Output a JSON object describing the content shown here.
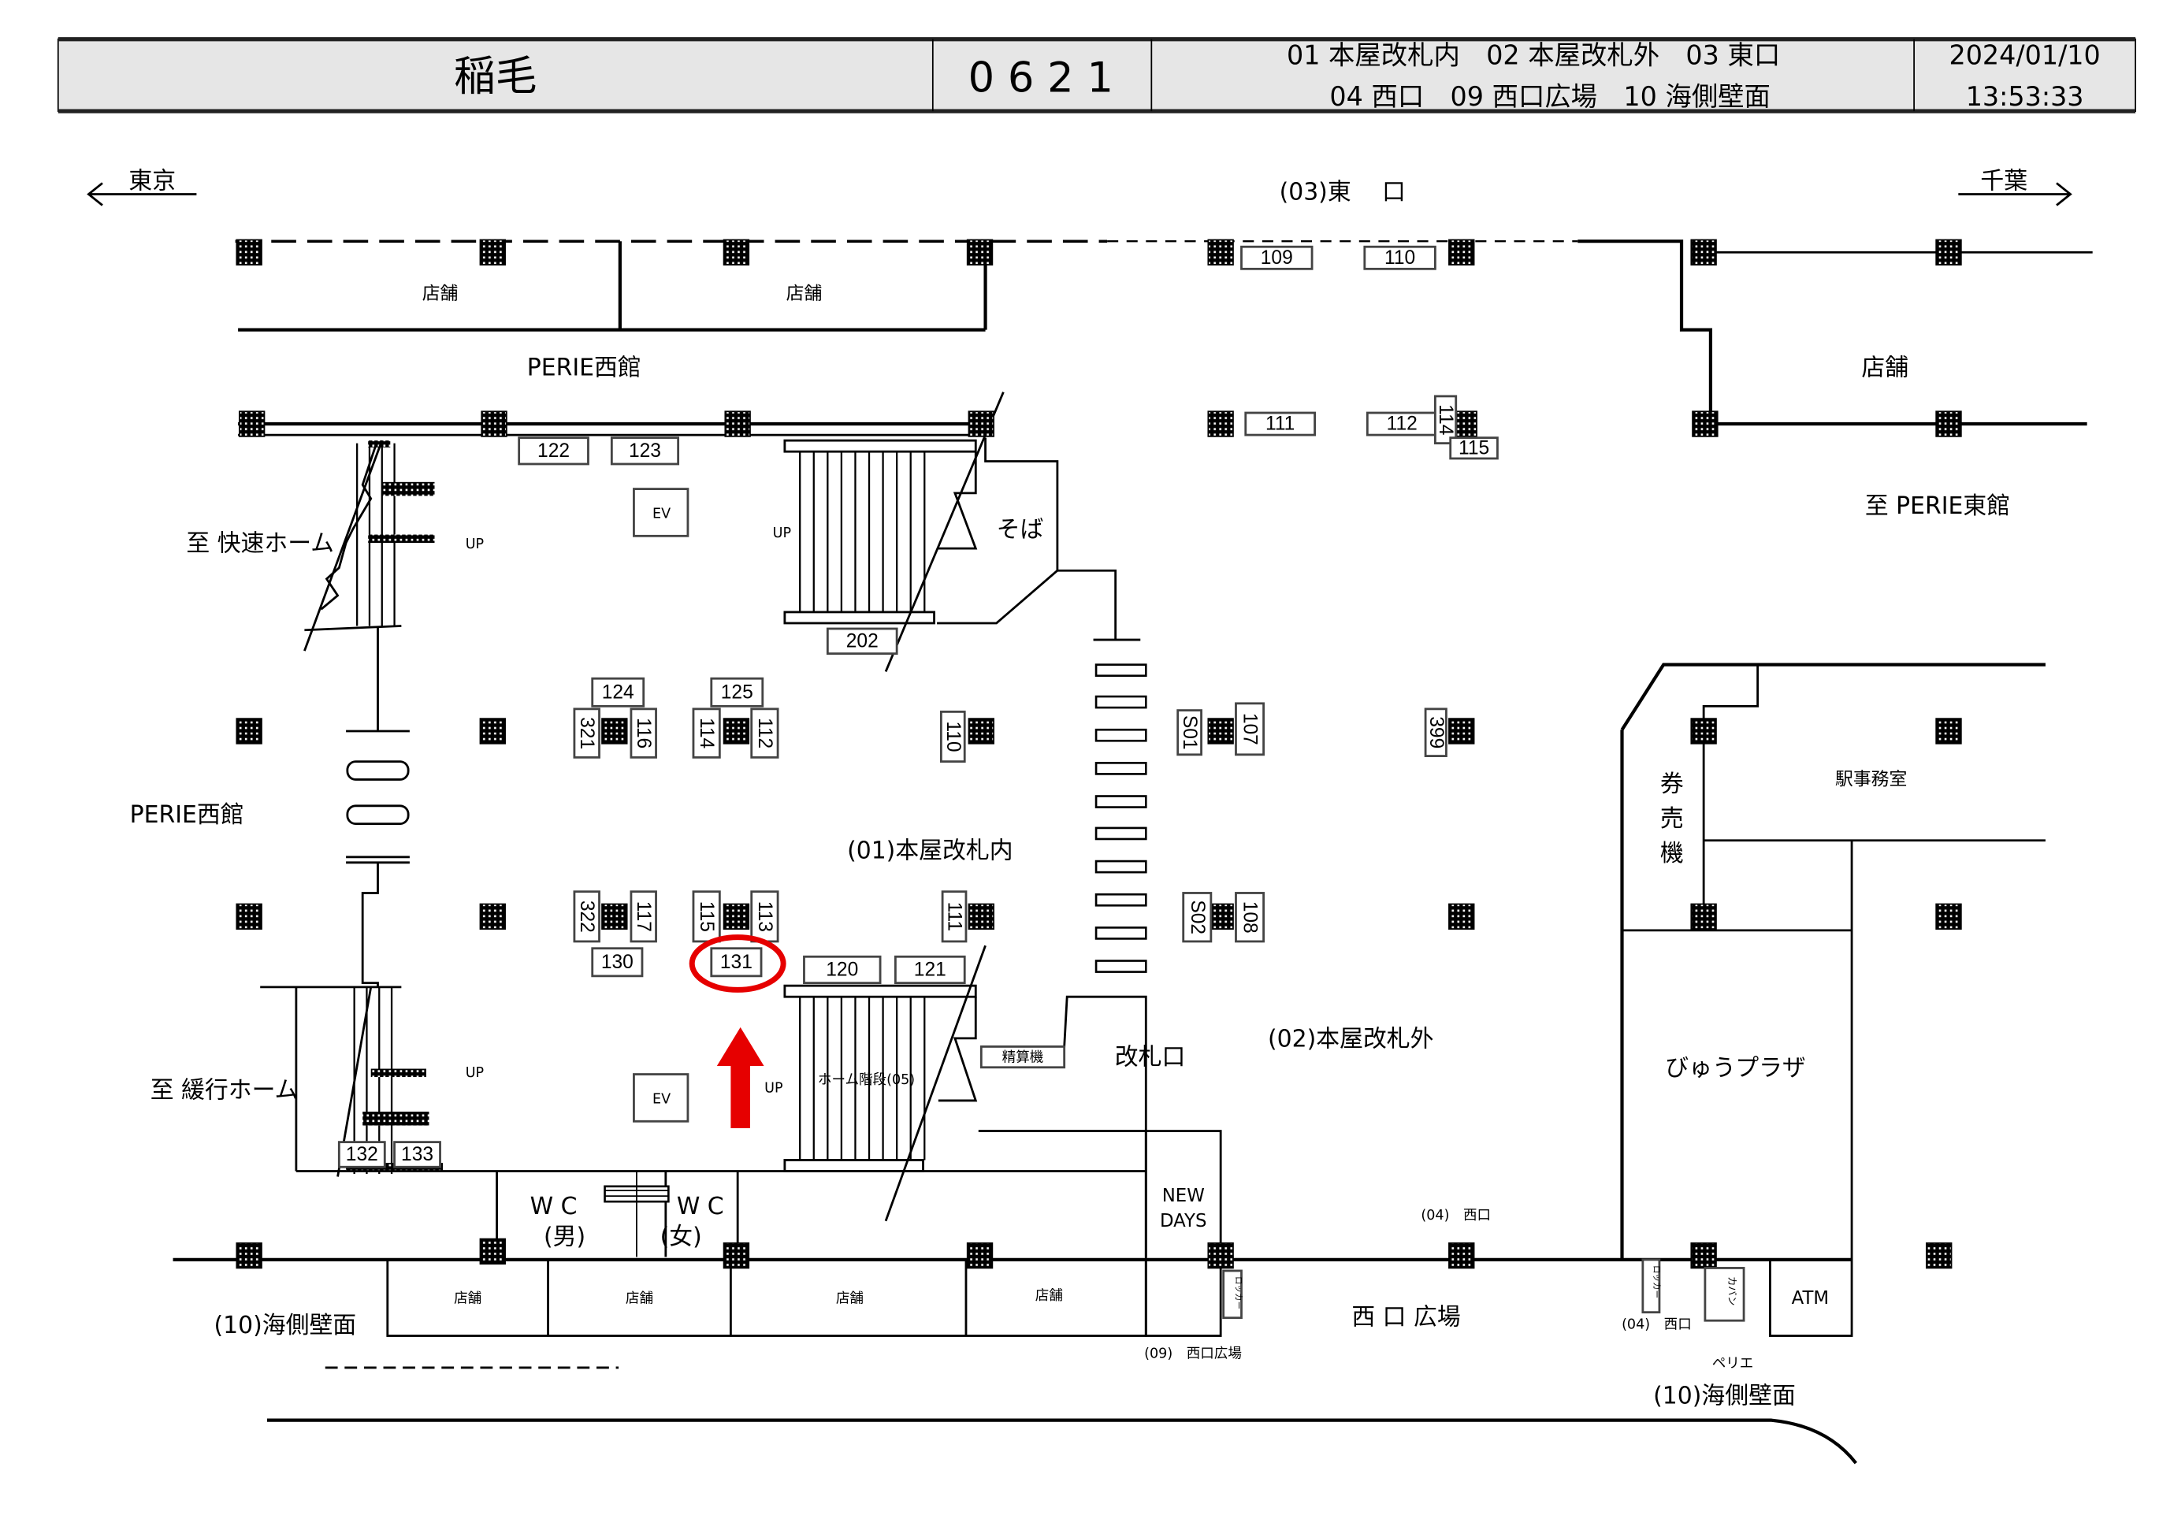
{
  "header": {
    "station": "稲毛",
    "code": "0 6 2 1",
    "legend_line1": "01 本屋改札内　02 本屋改札外　03 東口",
    "legend_line2": "04 西口　09 西口広場　10 海側壁面",
    "date": "2024/01/10",
    "time": "13:53:33"
  },
  "directions": {
    "left": "東京",
    "right": "千葉"
  },
  "labels": {
    "east_exit": "(03)東　 口",
    "shop": "店舗",
    "perie_west": "PERIE西館",
    "to_rapid": "至 快速ホーム",
    "to_local": "至 緩行ホーム",
    "up": "UP",
    "ev": "EV",
    "soba": "そば",
    "inside_gate": "(01)本屋改札内",
    "outside_gate": "(02)本屋改札外",
    "gate": "改札口",
    "fare_adjust": "精算機",
    "home_stairs": "ホーム階段(05)",
    "new": "NEW",
    "days": "DAYS",
    "wc": "W C",
    "men": "(男)",
    "women": "(女)",
    "sea_wall": "(10)海側壁面",
    "west_plaza": "西 口 広場",
    "west_plaza_code": "(09)　西口広場",
    "west_exit_code": "(04)　西口",
    "ticket_1": "券",
    "ticket_2": "売",
    "ticket_3": "機",
    "station_office": "駅事務室",
    "view_plaza": "びゅうプラザ",
    "atm": "ATM",
    "locker": "ロッカー",
    "bag": "カバン",
    "perie": "ペリエ",
    "to_perie_east": "至 PERIE東館"
  },
  "booths": [
    "122",
    "123",
    "109",
    "110",
    "111",
    "112",
    "114",
    "115",
    "202",
    "124",
    "321",
    "116",
    "125",
    "114",
    "112",
    "110",
    "S01",
    "107",
    "399",
    "322",
    "117",
    "115",
    "113",
    "111",
    "130",
    "131",
    "S02",
    "108",
    "120",
    "121",
    "132",
    "133"
  ],
  "highlight": {
    "booth": "131",
    "color": "#e60000"
  }
}
